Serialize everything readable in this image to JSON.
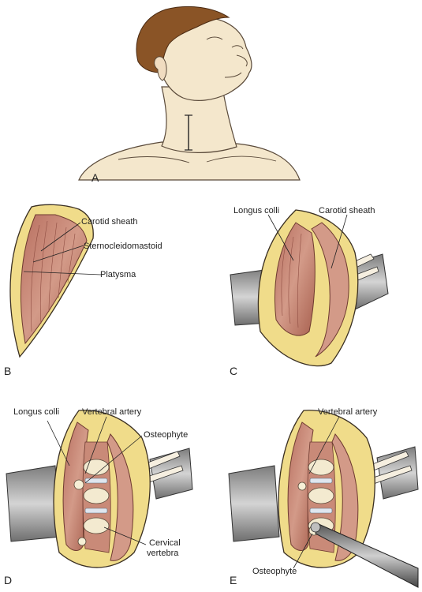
{
  "panels": {
    "A": {
      "letter": "A"
    },
    "B": {
      "letter": "B",
      "labels": [
        "Carotid sheath",
        "Sternocleidomastoid",
        "Platysma"
      ]
    },
    "C": {
      "letter": "C",
      "labels": [
        "Longus colli",
        "Carotid sheath"
      ]
    },
    "D": {
      "letter": "D",
      "labels": [
        "Longus colli",
        "Vertebral artery",
        "Osteophyte",
        "Cervical",
        "vertebra"
      ]
    },
    "E": {
      "letter": "E",
      "labels": [
        "Vertebral artery",
        "Osteophyte"
      ]
    }
  },
  "colors": {
    "skin": "#f4e7cc",
    "skin_line": "#5a4a3a",
    "hair": "#8a5426",
    "muscle": "#c98a78",
    "muscle_dark": "#8f4d42",
    "fat": "#f0dc8a",
    "retractor": "#9a9a9a",
    "bone": "#f3ead0"
  }
}
